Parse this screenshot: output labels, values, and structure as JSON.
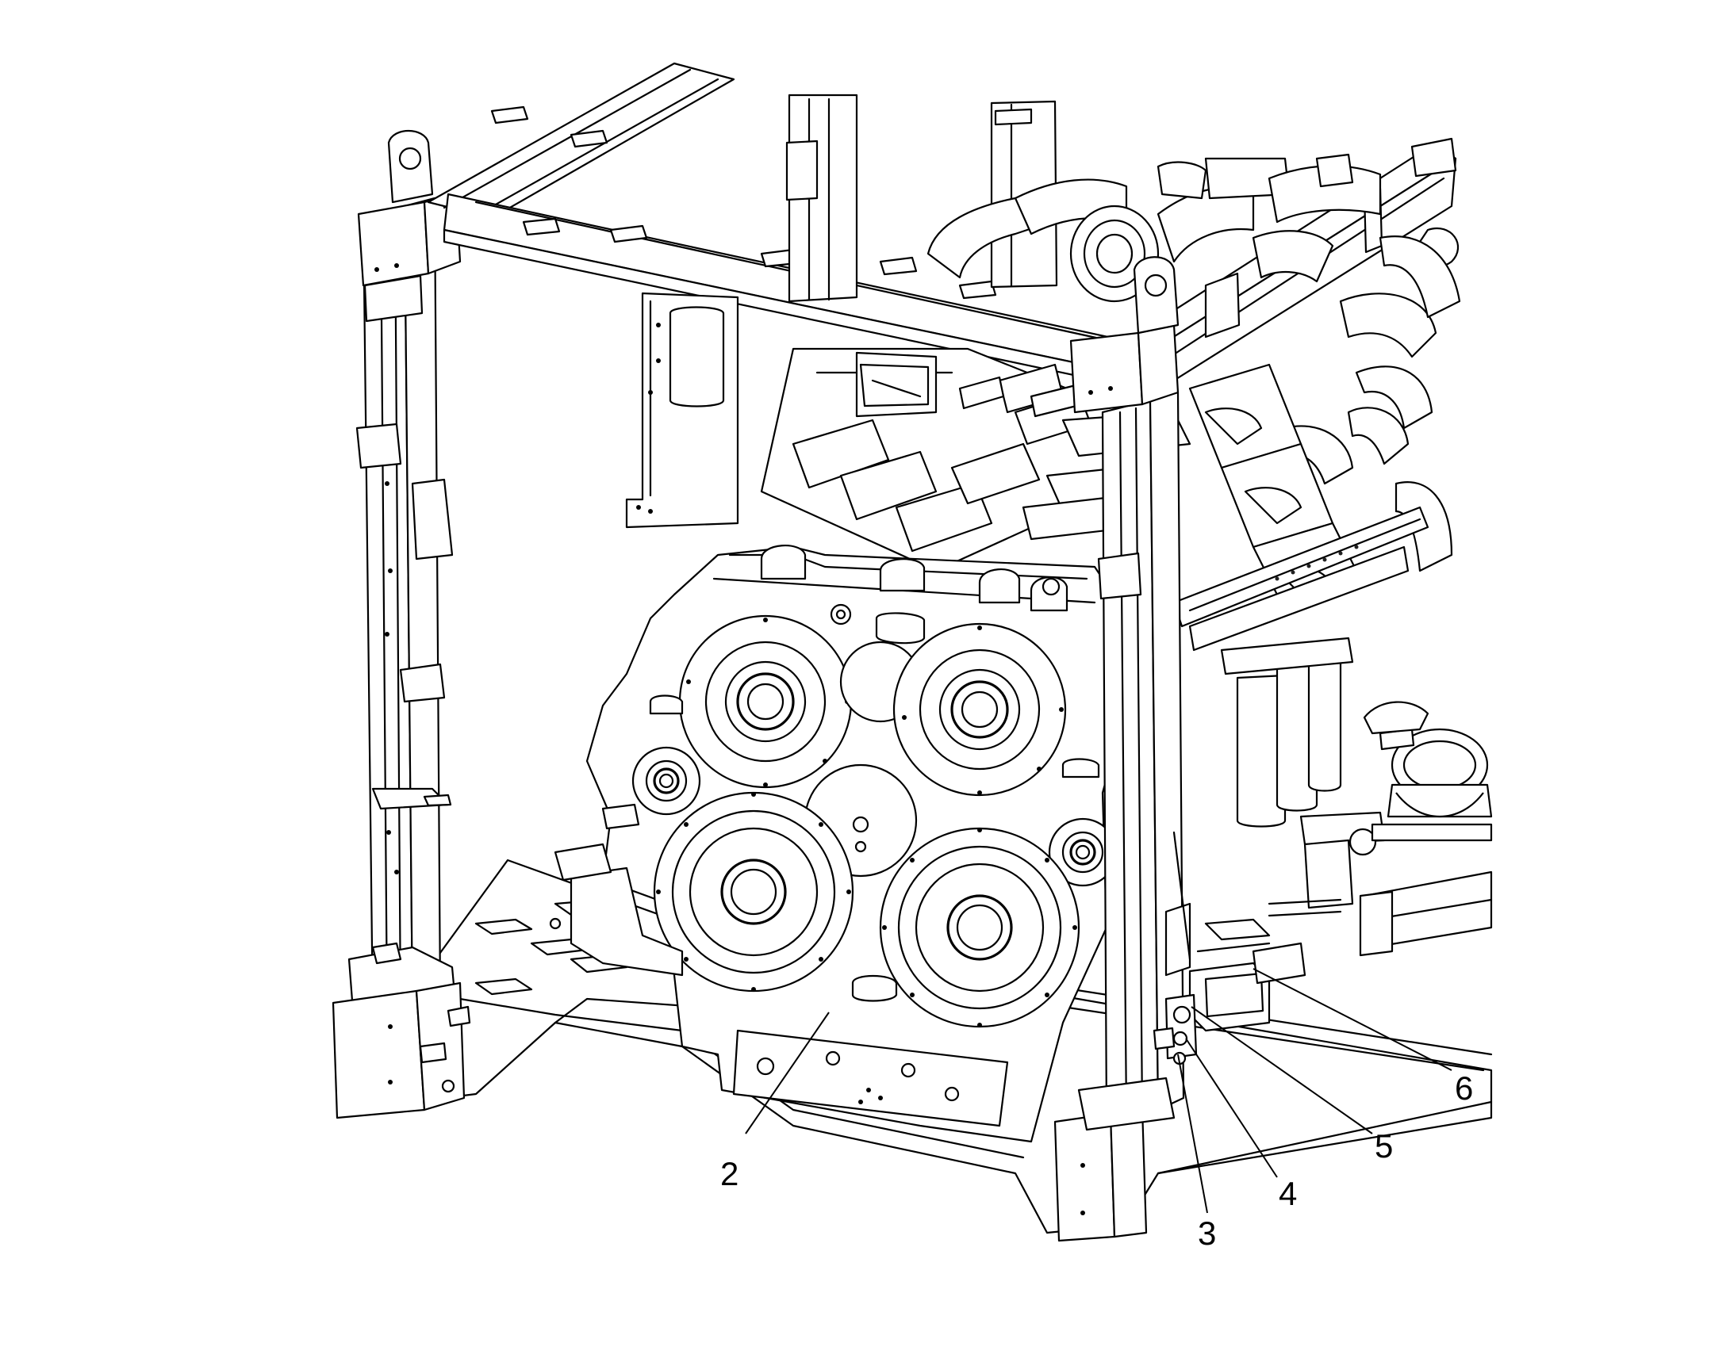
{
  "callouts": [
    {
      "id": "2",
      "label": "2"
    },
    {
      "id": "3",
      "label": "3"
    },
    {
      "id": "4",
      "label": "4"
    },
    {
      "id": "5",
      "label": "5"
    },
    {
      "id": "6",
      "label": "6"
    }
  ]
}
